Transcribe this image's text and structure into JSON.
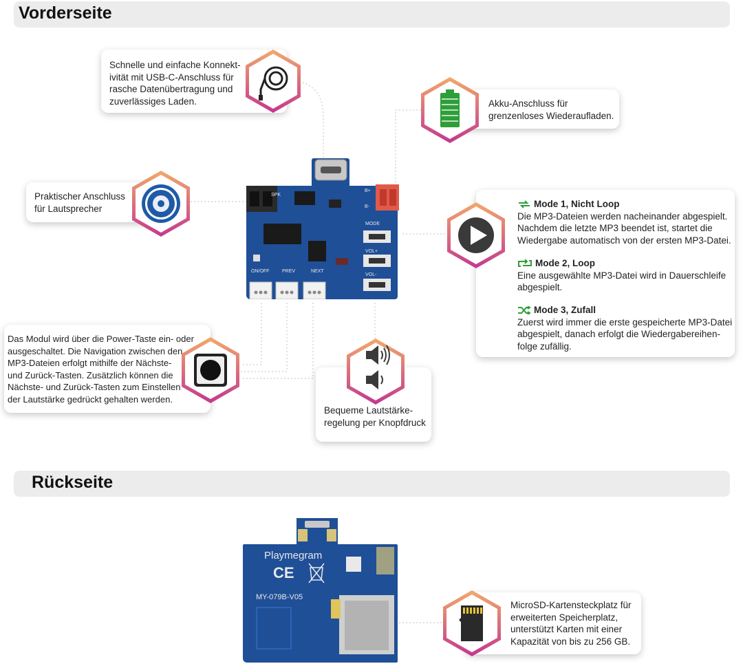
{
  "sections": {
    "front_title": "Vorderseite",
    "back_title": "Rückseite"
  },
  "callouts": {
    "usb_c": "Schnelle und einfache Konnekt-\nivität mit USB-C-Anschluss für\nrasche Datenübertragung und\nzuverlässiges Laden.",
    "battery": "Akku-Anschluss für\ngrenzenloses Wiederaufladen.",
    "speaker": "Praktischer Anschluss\nfür Lautsprecher",
    "power": "Das Modul wird über die Power-Taste ein- oder\nausgeschaltet. Die Navigation zwischen den\nMP3-Dateien erfolgt mithilfe der Nächste-\nund Zurück-Tasten. Zusätzlich können die\nNächste- und Zurück-Tasten zum Einstellen\nder Lautstärke gedrückt gehalten werden.",
    "volume": "Bequeme Lautstärke-\nregelung per Knopfdruck",
    "microsd": "MicroSD-Kartensteckplatz für\nerweiterten Speicherplatz,\nunterstützt Karten mit einer\nKapazität von bis zu 256 GB."
  },
  "modes": [
    {
      "title": "Mode 1, Nicht Loop",
      "icon": "repeat-off-icon",
      "text": "Die MP3-Dateien werden nacheinander abgespielt.\nNachdem die letzte MP3 beendet ist, startet die\nWiedergabe automatisch von der ersten MP3-Datei."
    },
    {
      "title": "Mode 2, Loop",
      "icon": "repeat-icon",
      "text": "Eine ausgewählte MP3-Datei wird in Dauerschleife\nabgespielt."
    },
    {
      "title": "Mode 3, Zufall",
      "icon": "shuffle-icon",
      "text": "Zuerst wird immer die erste gespeicherte MP3-Datei\nabgespielt, danach erfolgt die Wiedergabereihen-\nfolge zufällig."
    }
  ],
  "board_front": {
    "labels": {
      "on_off": "ON/OFF",
      "prev": "PREV",
      "next": "NEXT",
      "mode": "MODE",
      "vol_plus": "VOL+",
      "vol_minus": "VOL-",
      "b_plus": "B+",
      "b_minus": "B-",
      "spk": "SPK"
    }
  },
  "board_back": {
    "brand": "Playmegram",
    "model": "MY-079B-V05",
    "ce": "CE"
  },
  "colors": {
    "accent_green": "#2e9e3a",
    "pcb_blue": "#1f4f97",
    "hex_gradient_start": "#f2a96b",
    "hex_gradient_end": "#c3388f",
    "section_bar": "#ececec"
  }
}
